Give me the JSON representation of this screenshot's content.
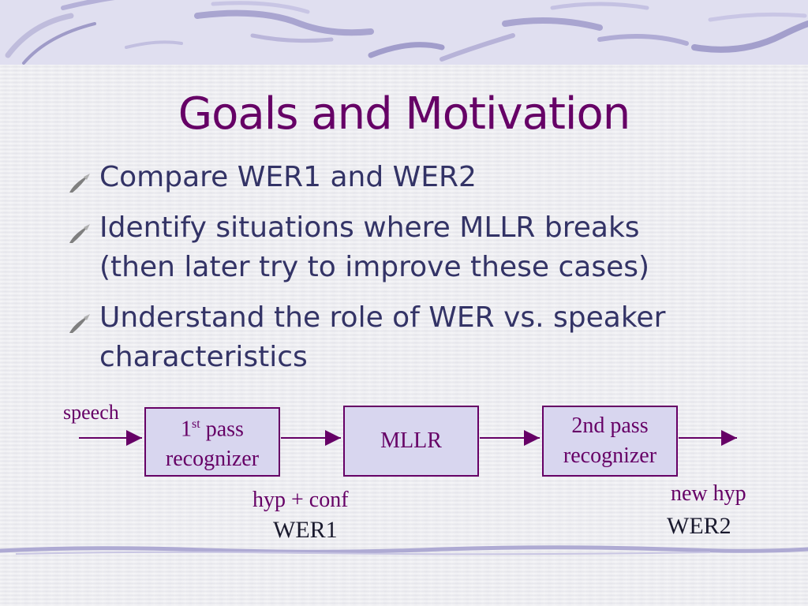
{
  "slide": {
    "title": "Goals and Motivation",
    "bullets": [
      {
        "lines": [
          "Compare WER1 and WER2"
        ]
      },
      {
        "lines": [
          "Identify situations where MLLR breaks",
          "(then later try to improve these cases)"
        ]
      },
      {
        "lines": [
          "Understand the role of WER vs. speaker",
          "characteristics"
        ]
      }
    ],
    "bullet_icon": "quill-brush-icon"
  },
  "diagram": {
    "input_label": "speech",
    "box1": {
      "line1_base": "1",
      "line1_sup": "st",
      "line1_rest": " pass",
      "line2": "recognizer"
    },
    "box2": {
      "label": "MLLR"
    },
    "box3": {
      "line1": "2nd pass",
      "line2": "recognizer"
    },
    "below1_top": "hyp + conf",
    "below1_bottom": "WER1",
    "below3_top": "new hyp",
    "below3_bottom": "WER2"
  },
  "colors": {
    "title": "#660066",
    "bullet_text": "#333366",
    "box_fill": "#d8d6ef",
    "box_border": "#660066",
    "banner": "#e0dff0"
  }
}
